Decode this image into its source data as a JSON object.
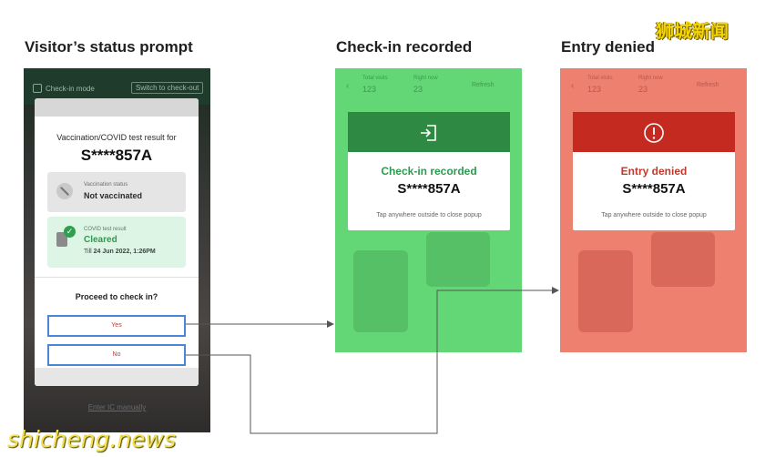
{
  "titles": {
    "left": "Visitor’s status prompt",
    "middle": "Check-in recorded",
    "right": "Entry denied"
  },
  "watermarks": {
    "top_right": "狮城新闻",
    "bottom_left": "shicheng.news"
  },
  "prompt_screen": {
    "topbar_left": "Check-in mode",
    "topbar_right": "Switch to check-out",
    "result_label": "Vaccination/COVID test result for",
    "visitor_id": "S****857A",
    "vaccination_card": {
      "label": "Vaccination status",
      "value": "Not vaccinated"
    },
    "covid_card": {
      "label": "COVID test result",
      "value": "Cleared",
      "date_prefix": "Till",
      "date": "24 Jun 2022, 1:26PM"
    },
    "question": "Proceed to check in?",
    "yes_label": "Yes",
    "no_label": "No",
    "footer_link": "Enter IC manually"
  },
  "checkin_screen": {
    "stat1_label": "Total visits",
    "stat1_value": "123",
    "stat2_label": "Right now",
    "stat2_value": "23",
    "refresh_label": "Refresh",
    "popup_title": "Check-in recorded",
    "popup_id": "S****857A",
    "popup_hint": "Tap anywhere outside to close popup",
    "header_color": "#2e8a43"
  },
  "denied_screen": {
    "stat1_label": "Total visits",
    "stat1_value": "123",
    "stat2_label": "Right now",
    "stat2_value": "23",
    "refresh_label": "Refresh",
    "popup_title": "Entry denied",
    "popup_id": "S****857A",
    "popup_hint": "Tap anywhere outside to close popup",
    "header_color": "#c52a21"
  },
  "icons": {
    "checkin": "enter-door-icon",
    "denied": "alert-circle-icon",
    "syringe": "syringe-icon",
    "document": "document-icon",
    "check": "check-badge-icon"
  }
}
